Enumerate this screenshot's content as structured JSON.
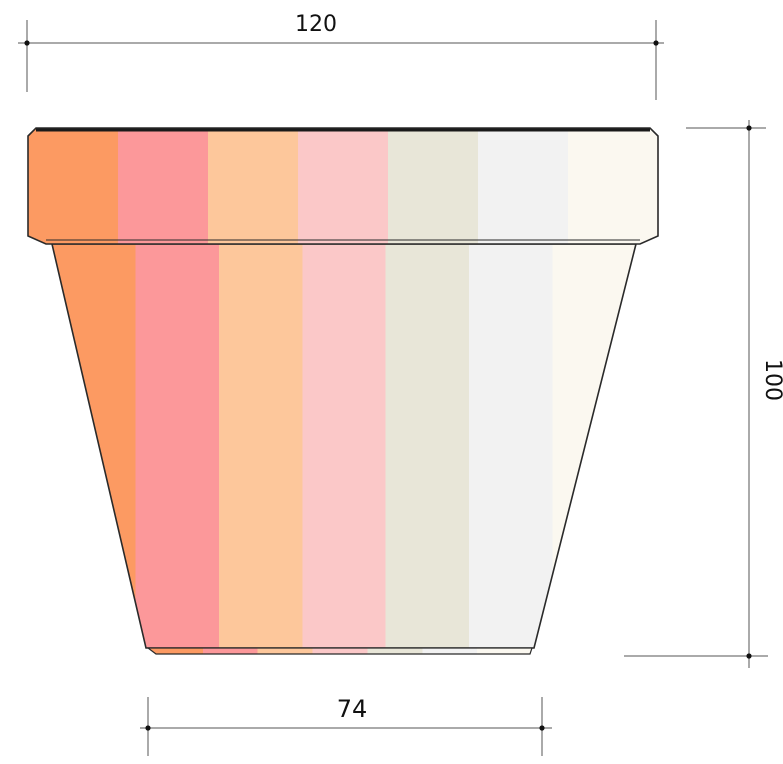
{
  "drawing": {
    "object": "flower-pot",
    "dimensions": {
      "top_width": "120",
      "height": "100",
      "bottom_width": "74"
    },
    "colors": {
      "outline": "#2a2a2a",
      "dimension_line": "#555555",
      "stripes": [
        "#fc9a62",
        "#fc989a",
        "#fdc79b",
        "#fbc8c8",
        "#e8e6d8",
        "#f2f2f2",
        "#fbf8f0"
      ]
    }
  }
}
